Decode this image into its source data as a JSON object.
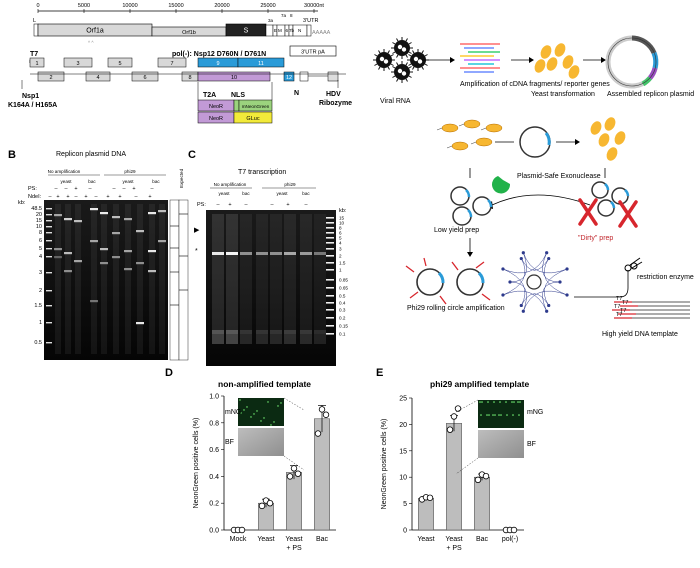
{
  "panels": {
    "B": "B",
    "C": "C",
    "D": "D",
    "E": "E"
  },
  "genome": {
    "scale": [
      "0",
      "5000",
      "10000",
      "15000",
      "20000",
      "25000",
      "30000nt"
    ],
    "genes": {
      "orf1a": "Orf1a",
      "orf1b": "Orf1b",
      "s": "S",
      "e": "E",
      "m": "M",
      "n": "N",
      "utr": "3'UTR",
      "polyA": "AAAAA",
      "l": "L",
      "n3a": "3a",
      "n6": "6",
      "n7a": "7a",
      "n7b": "7b",
      "n8": "8"
    },
    "tiny_marks": "^ ^",
    "t7": "T7",
    "pol_minus": "pol(-): Nsp12 D760N / D761N",
    "utr_pa": "3'UTR pA",
    "fragments": [
      "1",
      "2",
      "3",
      "4",
      "5",
      "6",
      "7",
      "8",
      "9",
      "10",
      "11",
      "12"
    ],
    "nsp1_title": "Nsp1",
    "nsp1_mut": "K164A / H165A",
    "n_label": "N",
    "hdv": "HDV",
    "ribozyme": "Ribozyme",
    "t2a": "T2A",
    "nls": "NLS",
    "neor": "NeoR",
    "mneongreen": "mNeonGreen",
    "gluc": "GLuc"
  },
  "workflow": {
    "viral_rna": "Viral RNA",
    "amplification": "Amplification of cDNA fragments/ reporter genes",
    "yeast_transformation": "Yeast transformation",
    "assembled": "Assembled replicon plasmid",
    "plasmid_safe": "Plasmid-Safe Exonuclease",
    "low_yield": "Low yield prep",
    "dirty_prep": "\"Dirty\" prep",
    "phi29": "Phi29 rolling circle amplification",
    "restriction": "restriction enzyme",
    "high_yield": "High yield DNA template",
    "t7_labels": [
      "T7",
      "T7",
      "T7",
      "T7",
      "T7"
    ]
  },
  "gel_b": {
    "title": "Replicon plasmid DNA",
    "groups": [
      "No amplification",
      "phi29"
    ],
    "subgroups": [
      "yeast",
      "bac",
      "yeast",
      "bac"
    ],
    "ps_label": "PS:",
    "ndei_label": "NdeI:",
    "ps": [
      "–",
      "–",
      "+",
      "–",
      "–",
      "–",
      "+",
      "–"
    ],
    "ndei": [
      "–",
      "+",
      "+",
      "–",
      "+",
      "–",
      "+",
      "+",
      "–",
      "+"
    ],
    "expected": "Expected",
    "kb_label": "kb:",
    "ladder": [
      "48.5",
      "20",
      "15",
      "10",
      "8",
      "6",
      "5",
      "4",
      "3",
      "2",
      "1.5",
      "1",
      "0.5"
    ]
  },
  "gel_c": {
    "title": "T7 transcription",
    "groups": [
      "No amplification",
      "phi29"
    ],
    "subgroups": [
      "yeast",
      "bac",
      "yeast",
      "bac"
    ],
    "ps_label": "PS:",
    "ps": [
      "–",
      "+",
      "–",
      "–",
      "+",
      "–"
    ],
    "kb_label": "kb:",
    "ladder": [
      "15",
      "10",
      "8",
      "6",
      "5",
      "4",
      "3",
      "2",
      "1.5",
      "1",
      "0.85",
      "0.65",
      "0.5",
      "0.4",
      "0.3",
      "0.2",
      "0.15",
      "0.1"
    ],
    "arrow": "▶",
    "star": "*"
  },
  "chart_d": {
    "title": "non-amplified template",
    "mng": "mNG",
    "bf": "BF"
  },
  "chart_e": {
    "title": "phi29 amplified template",
    "mng": "mNG",
    "bf": "BF"
  },
  "chart_data": [
    {
      "type": "bar",
      "title": "non-amplified template",
      "ylabel": "NeonGreen positive cells (%)",
      "categories": [
        "Mock",
        "Yeast",
        "Yeast\n+ PS",
        "Bac"
      ],
      "values": [
        0.0,
        0.2,
        0.43,
        0.83
      ],
      "errors": [
        0.0,
        0.03,
        0.05,
        0.1
      ],
      "points": [
        [
          0.0,
          0.0,
          0.0
        ],
        [
          0.18,
          0.22,
          0.2
        ],
        [
          0.4,
          0.46,
          0.42
        ],
        [
          0.72,
          0.9,
          0.86
        ]
      ],
      "ylim": [
        0,
        1.0
      ],
      "yticks": [
        "0.0",
        "0.2",
        "0.4",
        "0.6",
        "0.8",
        "1.0"
      ]
    },
    {
      "type": "bar",
      "title": "phi29 amplified template",
      "ylabel": "NeonGreen positive cells (%)",
      "categories": [
        "Yeast",
        "Yeast\n+ PS",
        "Bac",
        "pol(-)"
      ],
      "values": [
        6.0,
        20.2,
        10.0,
        0.0
      ],
      "errors": [
        0.3,
        1.5,
        0.6,
        0.0
      ],
      "points": [
        [
          5.8,
          6.2,
          6.1
        ],
        [
          19,
          21.5,
          23
        ],
        [
          9.5,
          10.5,
          10.2
        ],
        [
          0.0,
          0.0,
          0.0
        ]
      ],
      "ylim": [
        0,
        25
      ],
      "yticks": [
        "0",
        "5",
        "10",
        "15",
        "20",
        "25"
      ]
    }
  ]
}
